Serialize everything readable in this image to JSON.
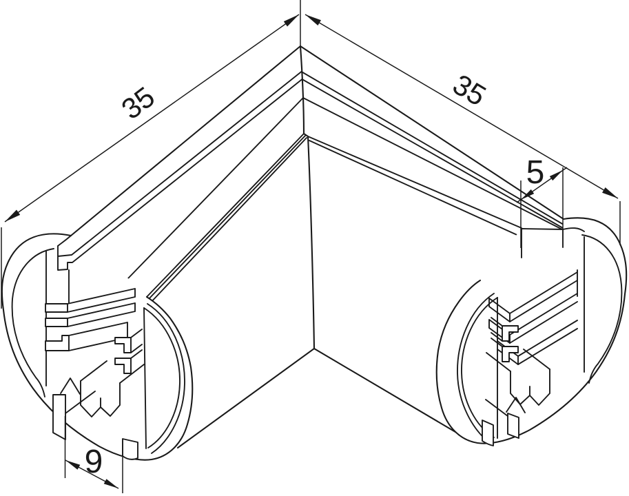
{
  "drawing": {
    "kind": "isometric technical drawing",
    "subject": "aluminium corner profile connector, 90 degree, both end cross-sections visible",
    "background_color": "#ffffff",
    "line_color": "#1a1a1a",
    "dimensions": {
      "left_leg_length": "35",
      "right_leg_length": "35",
      "slot_width": "5",
      "bottom_gap": "9"
    }
  }
}
